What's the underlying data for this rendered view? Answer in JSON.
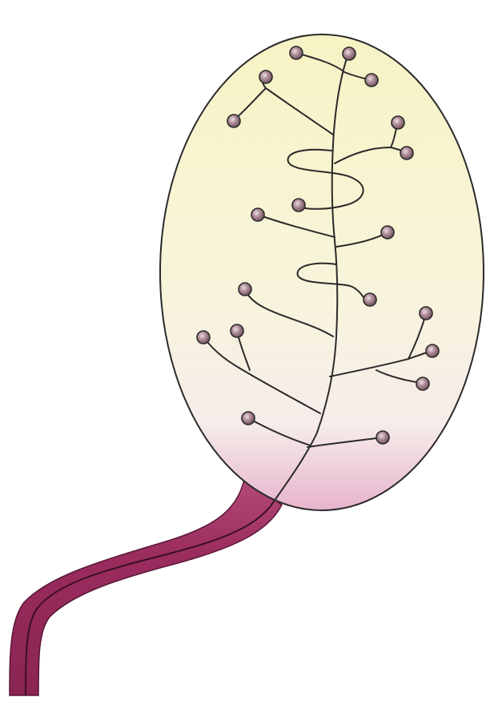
{
  "colors": {
    "background": "#ffffff",
    "body_fill_top": "#f7f3c4",
    "body_fill_mid": "#f8f4dc",
    "body_fill_bottom": "#efc9dd",
    "stalk": "#9a2c5e",
    "stalk_dark": "#6e1c42",
    "outline": "#2a2a2a",
    "branch": "#2a2a2a",
    "node_fill": "#9f7a86",
    "node_highlight": "#e9dde2"
  },
  "icons": {
    "body": "ovoid-body-shape",
    "stalk": "curved-stalk-shape",
    "node": "round-node-dot"
  }
}
